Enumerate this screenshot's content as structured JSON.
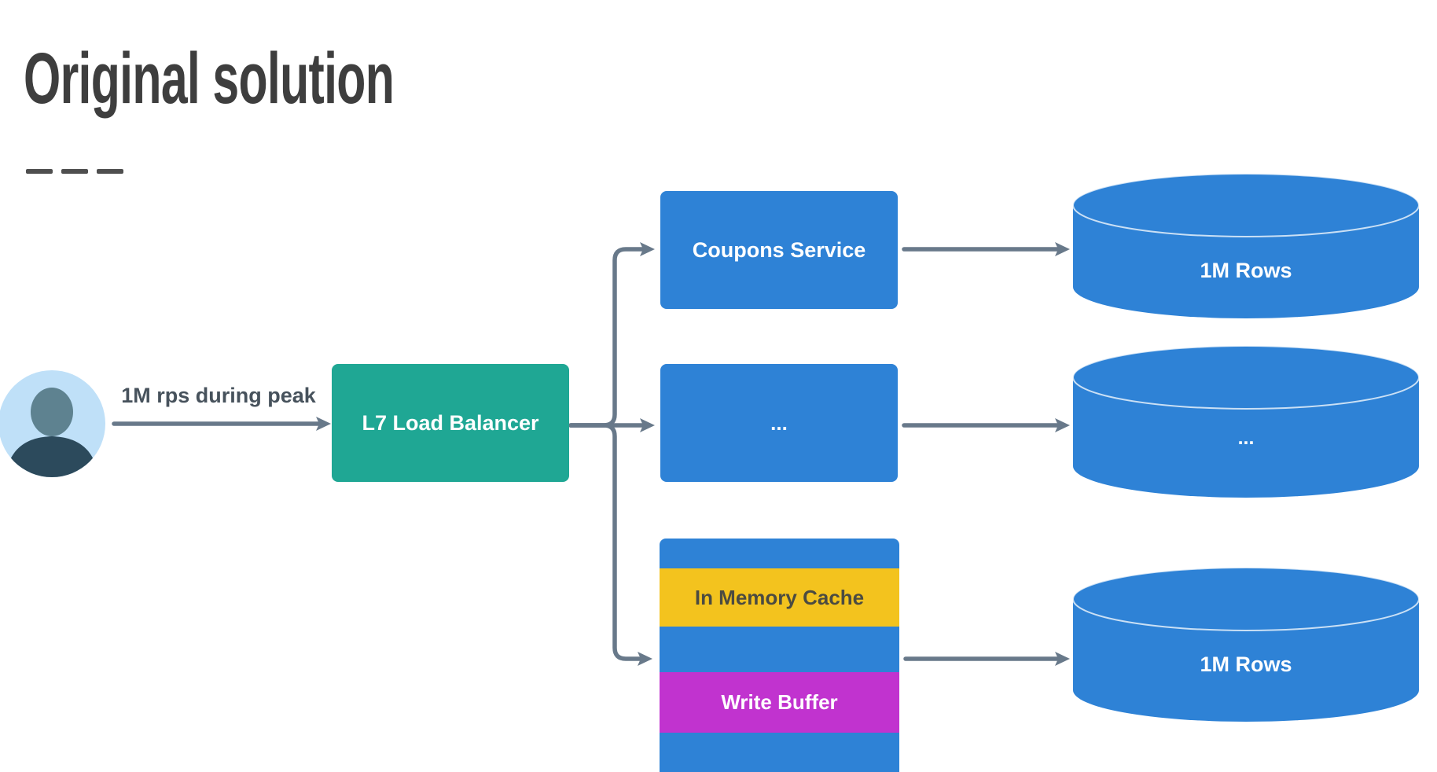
{
  "slide": {
    "title": "Original solution"
  },
  "diagram": {
    "user": {
      "icon": "user-avatar-icon",
      "arrow_label": "1M rps during peak"
    },
    "load_balancer": {
      "label": "L7 Load Balancer",
      "color": "#1fa794"
    },
    "services": [
      {
        "label": "Coupons Service",
        "color": "#2e82d6"
      },
      {
        "label": "...",
        "color": "#2e82d6"
      },
      {
        "color": "#2e82d6",
        "layers": [
          {
            "label": "In Memory Cache",
            "color": "#f3c31e"
          },
          {
            "label": "Write Buffer",
            "color": "#c133cf"
          }
        ]
      }
    ],
    "databases": [
      {
        "label": "1M Rows",
        "color": "#2e82d6"
      },
      {
        "label": "...",
        "color": "#2e82d6"
      },
      {
        "label": "1M Rows",
        "color": "#2e82d6"
      }
    ],
    "edge_color": "#68798a"
  }
}
